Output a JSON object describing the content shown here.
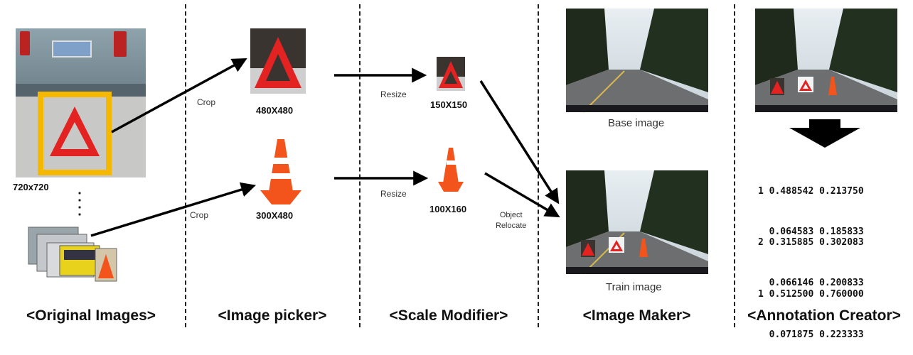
{
  "stages": {
    "original": "<Original Images>",
    "picker": "<Image picker>",
    "scale": "<Scale Modifier>",
    "maker": "<Image Maker>",
    "annotation": "<Annotation Creator>"
  },
  "original": {
    "size_label": "720x720"
  },
  "picker": {
    "crop_label_1": "Crop",
    "crop_label_2": "Crop",
    "size_1": "480X480",
    "size_2": "300X480"
  },
  "scale": {
    "resize_label_1": "Resize",
    "resize_label_2": "Resize",
    "size_1": "150X150",
    "size_2": "100X160",
    "relocate_label": "Object\nRelocate"
  },
  "maker": {
    "base_caption": "Base image",
    "train_caption": "Train image"
  },
  "annotation": {
    "rows": [
      {
        "line1": "1 0.488542 0.213750",
        "line2": "  0.064583 0.185833"
      },
      {
        "line1": "2 0.315885 0.302083",
        "line2": "  0.066146 0.200833"
      },
      {
        "line1": "1 0.512500 0.760000",
        "line2": "  0.071875 0.223333"
      }
    ]
  },
  "colors": {
    "triangle_red": "#e32222",
    "cone_orange": "#f2541b",
    "highlight_yellow": "#f5b800",
    "arrow": "#000000"
  },
  "icons": [
    "car-photo",
    "warning-triangle",
    "traffic-cone",
    "road-scene",
    "down-arrow"
  ]
}
